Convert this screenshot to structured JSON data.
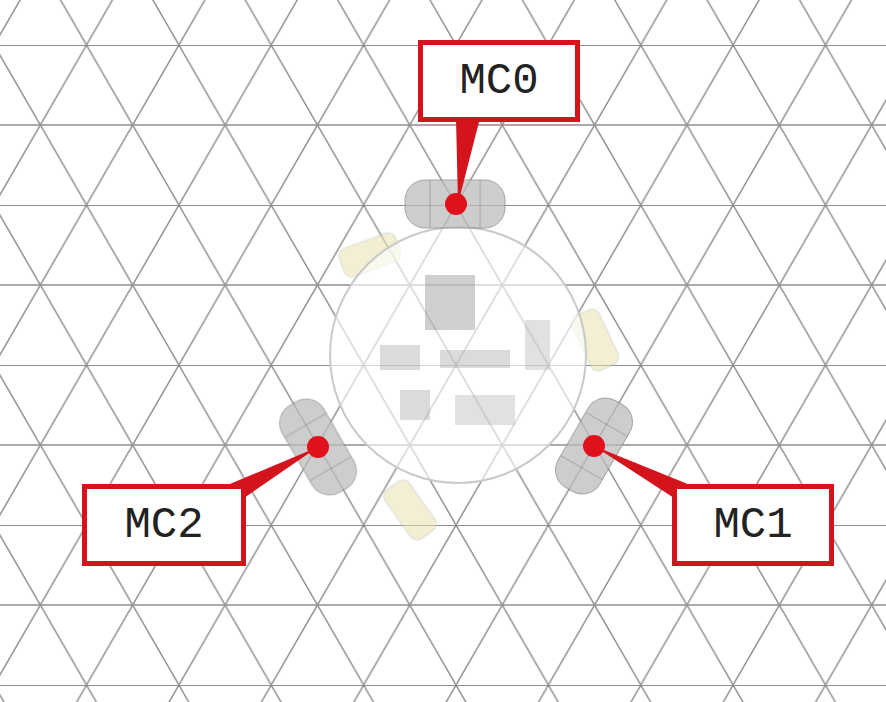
{
  "diagram": {
    "nodes": [
      {
        "text": [
          "MC0"
        ]
      },
      {
        "text": [
          "MC2"
        ]
      },
      {
        "text": [
          "MC1"
        ]
      }
    ]
  }
}
